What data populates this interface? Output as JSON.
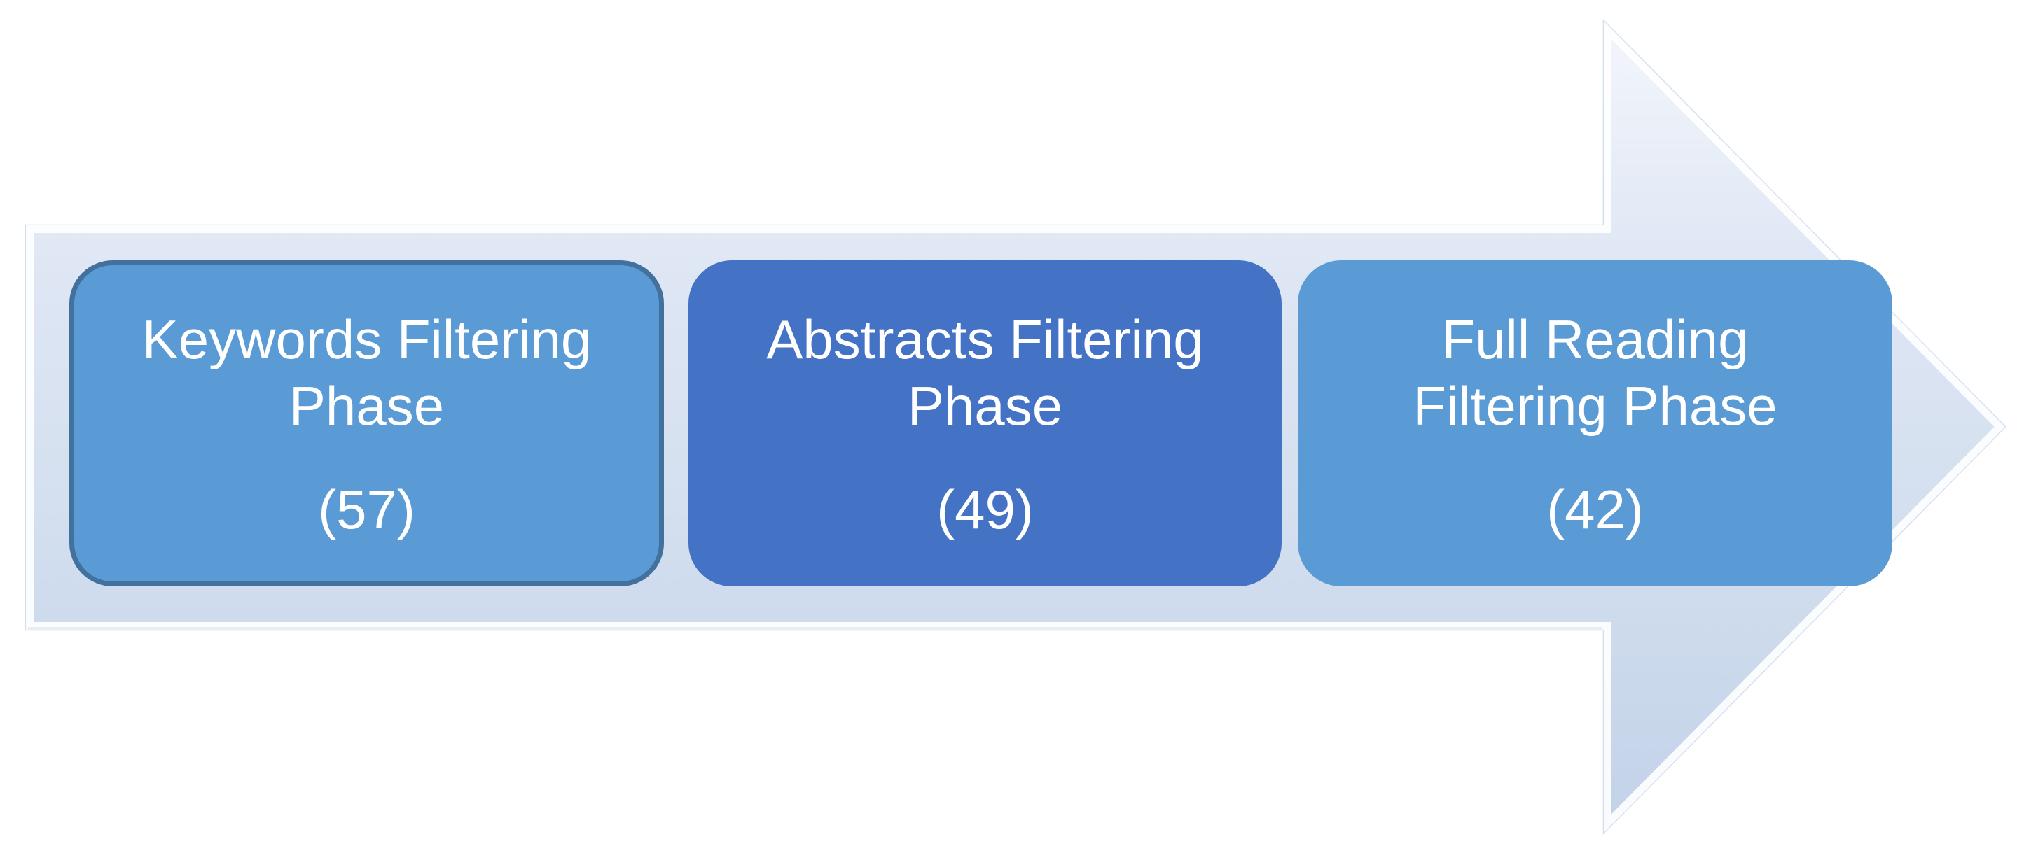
{
  "diagram": {
    "type": "horizontal-process-arrow",
    "background": "#FFFFFF",
    "arrow": {
      "direction": "right",
      "fill_top": "#F3F6FB",
      "fill_upper_mid": "#DEE6F4",
      "fill_lower_mid": "#D3DFEF",
      "fill_bottom": "#C2D2E8",
      "bevel_highlight": "#FFFFFF",
      "edge_line": "#C7D4E7"
    },
    "phases": [
      {
        "title": "Keywords Filtering\nPhase",
        "count": "(57)",
        "fill": "#5B9BD5",
        "border": "#41719C",
        "text_color": "#FFFFFF"
      },
      {
        "title": "Abstracts Filtering\nPhase",
        "count": "(49)",
        "fill": "#4472C4",
        "border": "#4472C4",
        "text_color": "#FFFFFF"
      },
      {
        "title": "Full Reading\nFiltering Phase",
        "count": "(42)",
        "fill": "#5B9BD5",
        "border": "#5B9BD5",
        "text_color": "#FFFFFF"
      }
    ]
  }
}
